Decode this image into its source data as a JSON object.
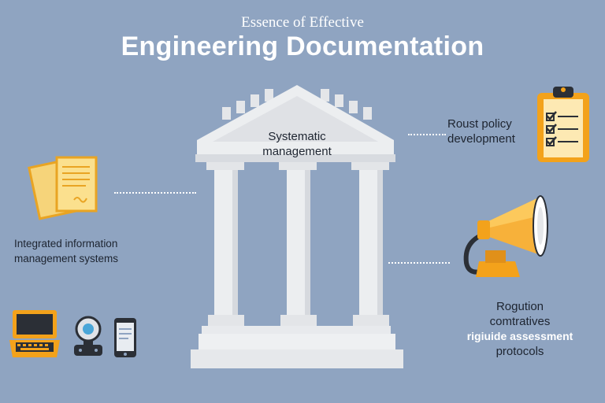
{
  "title": {
    "line1": "Essence of Effective",
    "line2": "Engineering Documentation"
  },
  "temple": {
    "line1": "Systematic",
    "line2": "management"
  },
  "labels": {
    "left_line1": "Integrated information",
    "left_line2": "management systems",
    "top_right_line1": "Roust policy",
    "top_right_line2": "development",
    "bottom_right_line1": "Rogution",
    "bottom_right_line2": "comtratives",
    "bottom_right_line3": "rigiuide assessment",
    "bottom_right_line4": "protocols"
  },
  "icons": {
    "documents": "documents-icon",
    "clipboard": "clipboard-checklist-icon",
    "megaphone": "megaphone-icon",
    "laptop": "laptop-icon",
    "camera": "webcam-icon",
    "phone": "smartphone-icon"
  },
  "colors": {
    "background": "#8fa4c1",
    "accent_orange": "#f3a21b",
    "pillar": "#e9eaec"
  }
}
